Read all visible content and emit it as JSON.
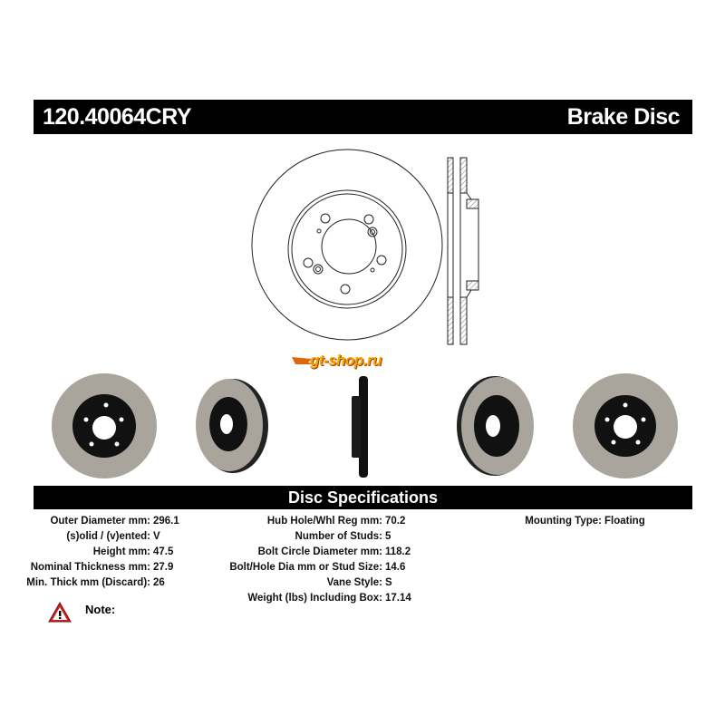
{
  "header": {
    "part_number": "120.40064CRY",
    "product_type": "Brake Disc"
  },
  "watermark": "gt-shop.ru",
  "specs_title": "Disc Specifications",
  "specs": {
    "col1": [
      {
        "label": "Outer Diameter mm:",
        "value": "296.1"
      },
      {
        "label": "(s)olid / (v)ented:",
        "value": "V"
      },
      {
        "label": "Height mm:",
        "value": "47.5"
      },
      {
        "label": "Nominal Thickness mm:",
        "value": "27.9"
      },
      {
        "label": "Min. Thick mm (Discard):",
        "value": "26"
      }
    ],
    "col2": [
      {
        "label": "Hub Hole/Whl Reg mm:",
        "value": "70.2"
      },
      {
        "label": "Number of Studs:",
        "value": "5"
      },
      {
        "label": "Bolt Circle Diameter mm:",
        "value": "118.2"
      },
      {
        "label": "Bolt/Hole Dia mm or Stud Size:",
        "value": "14.6"
      },
      {
        "label": "Vane Style:",
        "value": "S"
      },
      {
        "label": "Weight (lbs) Including Box:",
        "value": "17.14"
      }
    ],
    "col3": [
      {
        "label": "Mounting Type:",
        "value": "Floating"
      }
    ]
  },
  "note_label": "Note:",
  "colors": {
    "bar": "#000000",
    "rotor": "#a9a49c",
    "hat": "#111111",
    "warn": "#cc2222"
  }
}
